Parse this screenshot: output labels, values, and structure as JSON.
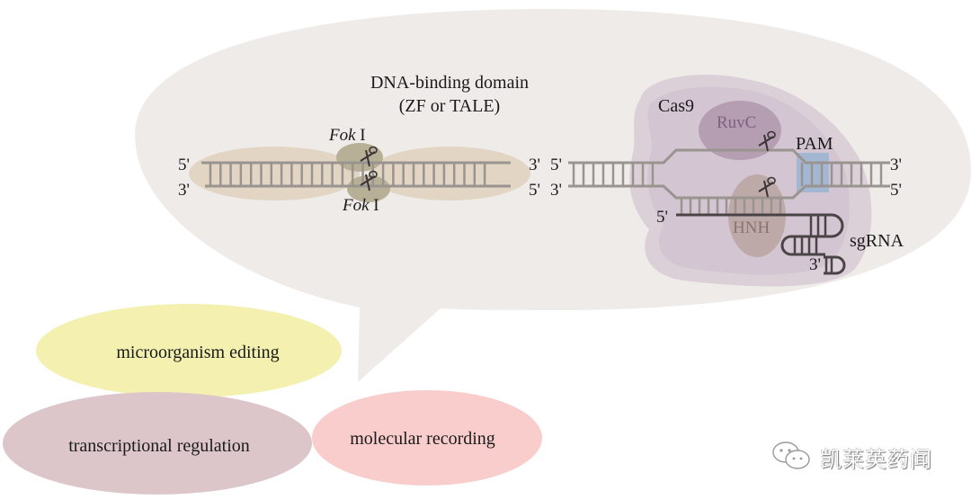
{
  "diagram": {
    "zfn_tale": {
      "title_line1": "DNA-binding domain",
      "title_line2": "(ZF or TALE)",
      "nuclease_top": {
        "name": "Fok",
        "suffix": " I"
      },
      "nuclease_bottom": {
        "name": "Fok",
        "suffix": " I"
      },
      "strand_top_left": "5'",
      "strand_bottom_left": "3'",
      "strand_top_right": "3'",
      "strand_bottom_right": "5'"
    },
    "cas9": {
      "title": "Cas9",
      "ruvc": "RuvC",
      "hnh": "HNH",
      "pam": "PAM",
      "sgrna": "sgRNA",
      "strand_top_left": "5'",
      "strand_bottom_left": "3'",
      "strand_top_right": "3'",
      "strand_bottom_right": "5'",
      "guide_5prime": "5'",
      "guide_3prime": "3'"
    },
    "applications": [
      {
        "label": "microorganism editing",
        "color": "#f4f0b0"
      },
      {
        "label": "transcriptional regulation",
        "color": "#dcc6c9"
      },
      {
        "label": "molecular recording",
        "color": "#f8cdcc"
      }
    ],
    "colors": {
      "bubble": "#efebe8",
      "dna": "#9a9490",
      "dna_dark": "#4a4446",
      "zf_domain": "#e2d5c3",
      "fok": "#b7b096",
      "cas9_outer": "#dcd0d8",
      "cas9_inner": "#d3c6d2",
      "ruvc": "#b59db2",
      "ruvc_text": "#7c6280",
      "hnh": "#bea9a9",
      "hnh_text": "#8e7272",
      "pam": "#9bb4d2"
    }
  },
  "watermark": {
    "text": "凯莱英药闻",
    "icon": "wechat-icon"
  }
}
